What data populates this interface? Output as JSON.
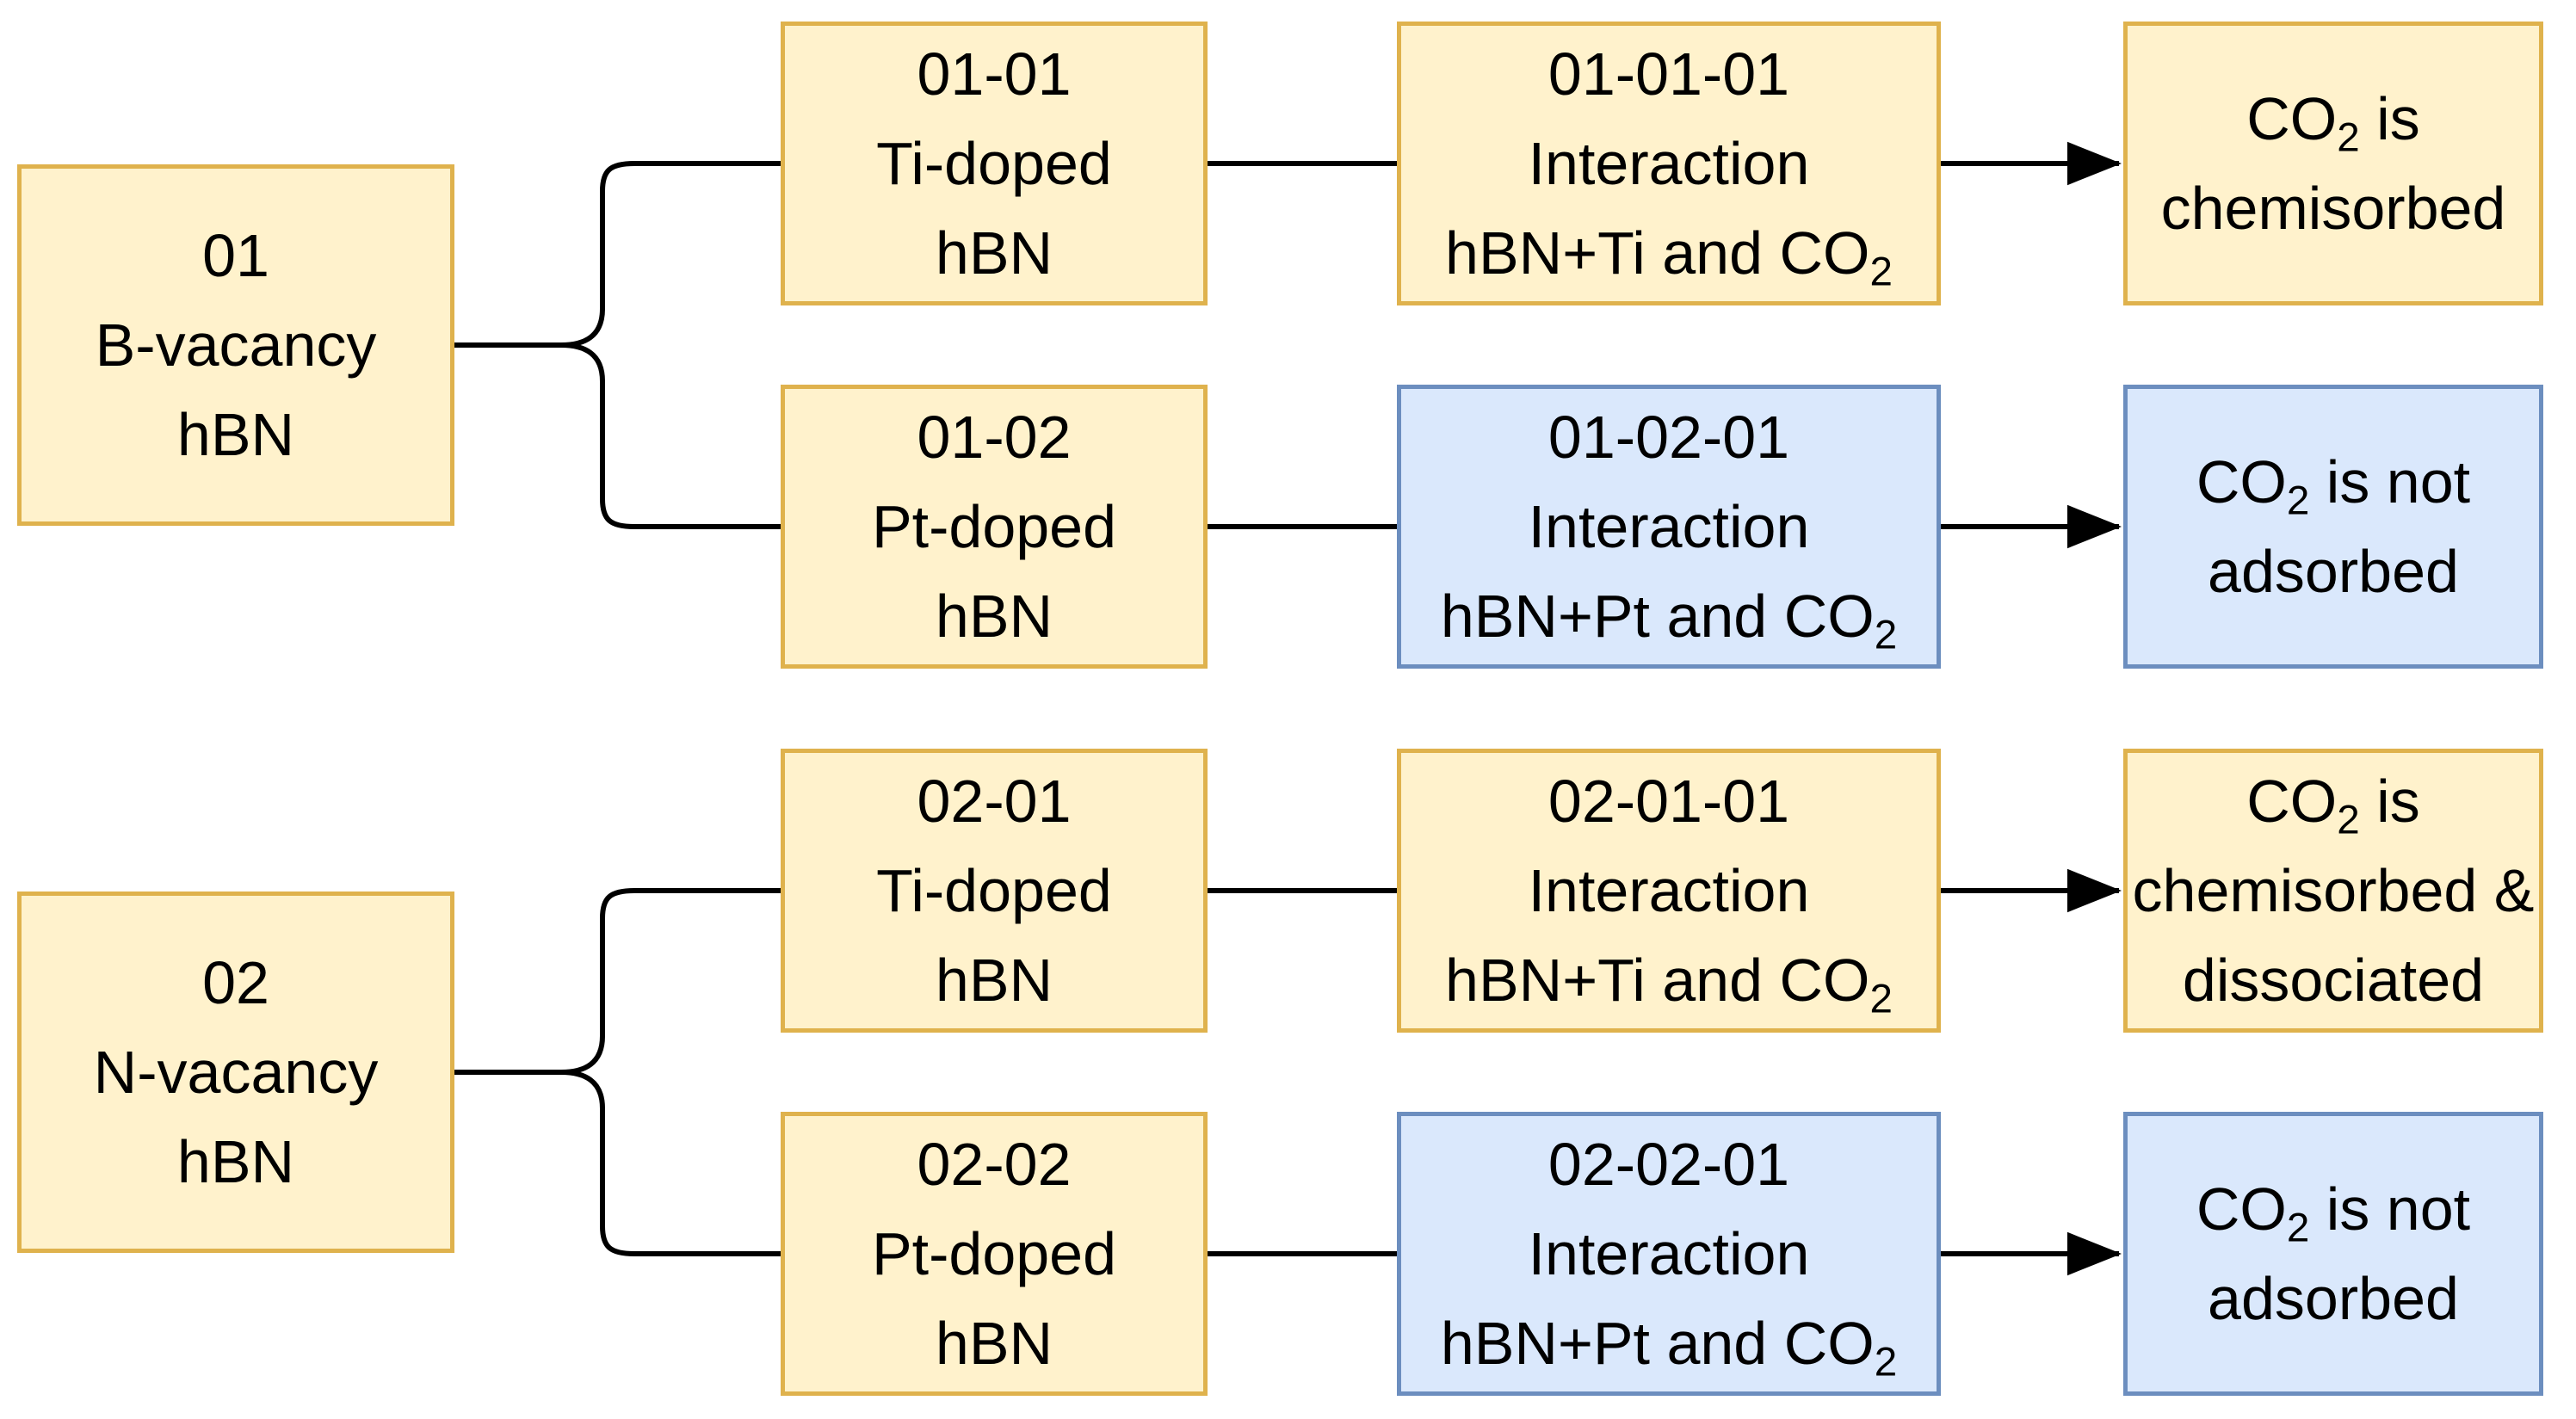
{
  "diagram": {
    "background": "#ffffff",
    "palette": {
      "yellow_fill": "#FFF2CC",
      "yellow_border": "#DFB24D",
      "blue_fill": "#DAE8FC",
      "blue_border": "#6C8EBF",
      "line_color": "#000000",
      "text_color": "#000000"
    },
    "nodes": [
      {
        "id": "01",
        "col": 1,
        "row": "p1",
        "color": "yellow",
        "lines": [
          [
            "01"
          ],
          [
            "B-vacancy"
          ],
          [
            "hBN"
          ]
        ]
      },
      {
        "id": "01-01",
        "col": 2,
        "row": "r1",
        "color": "yellow",
        "lines": [
          [
            "01-01"
          ],
          [
            "Ti-doped"
          ],
          [
            "hBN"
          ]
        ]
      },
      {
        "id": "01-01-01",
        "col": 3,
        "row": "r1",
        "color": "yellow",
        "lines": [
          [
            "01-01-01"
          ],
          [
            "Interaction"
          ],
          [
            "hBN+Ti and CO",
            {
              "sub": "2"
            }
          ]
        ]
      },
      {
        "id": "result-1",
        "col": 4,
        "row": "r1",
        "color": "yellow",
        "lines": [
          [
            "CO",
            {
              "sub": "2"
            },
            " is"
          ],
          [
            "chemisorbed"
          ]
        ]
      },
      {
        "id": "01-02",
        "col": 2,
        "row": "r2",
        "color": "yellow",
        "lines": [
          [
            "01-02"
          ],
          [
            "Pt-doped"
          ],
          [
            "hBN"
          ]
        ]
      },
      {
        "id": "01-02-01",
        "col": 3,
        "row": "r2",
        "color": "blue",
        "lines": [
          [
            "01-02-01"
          ],
          [
            "Interaction"
          ],
          [
            "hBN+Pt and CO",
            {
              "sub": "2"
            }
          ]
        ]
      },
      {
        "id": "result-2",
        "col": 4,
        "row": "r2",
        "color": "blue",
        "lines": [
          [
            "CO",
            {
              "sub": "2"
            },
            " is not"
          ],
          [
            "adsorbed"
          ]
        ]
      },
      {
        "id": "02",
        "col": 1,
        "row": "p2",
        "color": "yellow",
        "lines": [
          [
            "02"
          ],
          [
            "N-vacancy"
          ],
          [
            "hBN"
          ]
        ]
      },
      {
        "id": "02-01",
        "col": 2,
        "row": "r3",
        "color": "yellow",
        "lines": [
          [
            "02-01"
          ],
          [
            "Ti-doped"
          ],
          [
            "hBN"
          ]
        ]
      },
      {
        "id": "02-01-01",
        "col": 3,
        "row": "r3",
        "color": "yellow",
        "lines": [
          [
            "02-01-01"
          ],
          [
            "Interaction"
          ],
          [
            "hBN+Ti and CO",
            {
              "sub": "2"
            }
          ]
        ]
      },
      {
        "id": "result-3",
        "col": 4,
        "row": "r3",
        "color": "yellow",
        "lines": [
          [
            "CO",
            {
              "sub": "2"
            },
            " is"
          ],
          [
            "chemisorbed &"
          ],
          [
            "dissociated"
          ]
        ]
      },
      {
        "id": "02-02",
        "col": 2,
        "row": "r4",
        "color": "yellow",
        "lines": [
          [
            "02-02"
          ],
          [
            "Pt-doped"
          ],
          [
            "hBN"
          ]
        ]
      },
      {
        "id": "02-02-01",
        "col": 3,
        "row": "r4",
        "color": "blue",
        "lines": [
          [
            "02-02-01"
          ],
          [
            "Interaction"
          ],
          [
            "hBN+Pt and CO",
            {
              "sub": "2"
            }
          ]
        ]
      },
      {
        "id": "result-4",
        "col": 4,
        "row": "r4",
        "color": "blue",
        "lines": [
          [
            "CO",
            {
              "sub": "2"
            },
            " is not"
          ],
          [
            "adsorbed"
          ]
        ]
      }
    ],
    "edges": [
      {
        "type": "brace",
        "from": "01",
        "to": [
          "01-01",
          "01-02"
        ]
      },
      {
        "type": "line",
        "from": "01-01",
        "to": "01-01-01"
      },
      {
        "type": "line",
        "from": "01-02",
        "to": "01-02-01"
      },
      {
        "type": "arrow",
        "from": "01-01-01",
        "to": "result-1"
      },
      {
        "type": "arrow",
        "from": "01-02-01",
        "to": "result-2"
      },
      {
        "type": "brace",
        "from": "02",
        "to": [
          "02-01",
          "02-02"
        ]
      },
      {
        "type": "line",
        "from": "02-01",
        "to": "02-01-01"
      },
      {
        "type": "line",
        "from": "02-02",
        "to": "02-02-01"
      },
      {
        "type": "arrow",
        "from": "02-01-01",
        "to": "result-3"
      },
      {
        "type": "arrow",
        "from": "02-02-01",
        "to": "result-4"
      }
    ]
  }
}
